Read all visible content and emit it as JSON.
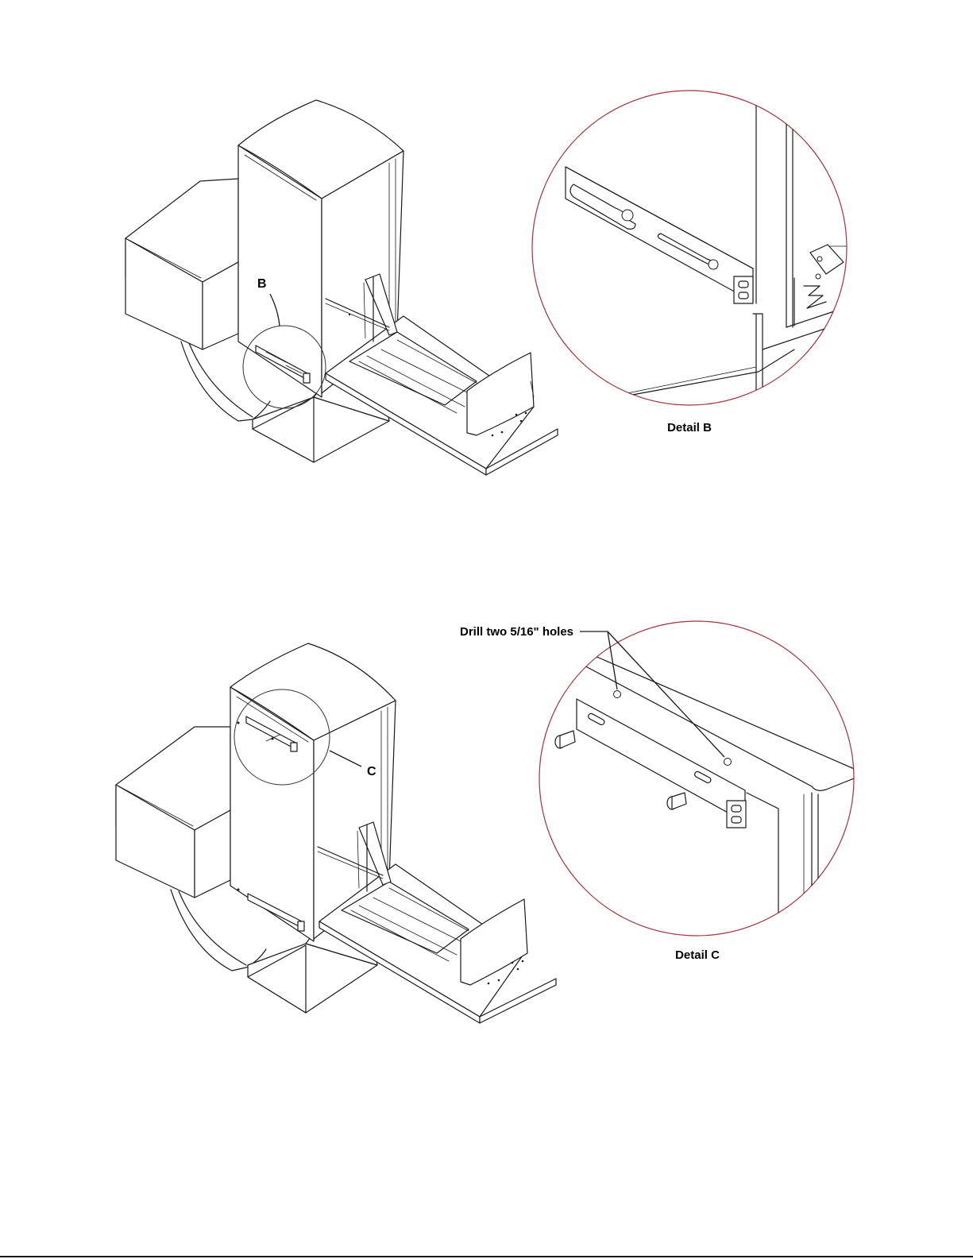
{
  "figure_top": {
    "callout_letter": "B",
    "detail_caption": "Detail B"
  },
  "figure_bottom": {
    "callout_letter": "C",
    "detail_caption": "Detail C",
    "note": "Drill two 5/16\" holes"
  },
  "colors": {
    "line": "#1a1a1a",
    "detail_circle": "#a0353e",
    "background": "#ffffff"
  }
}
